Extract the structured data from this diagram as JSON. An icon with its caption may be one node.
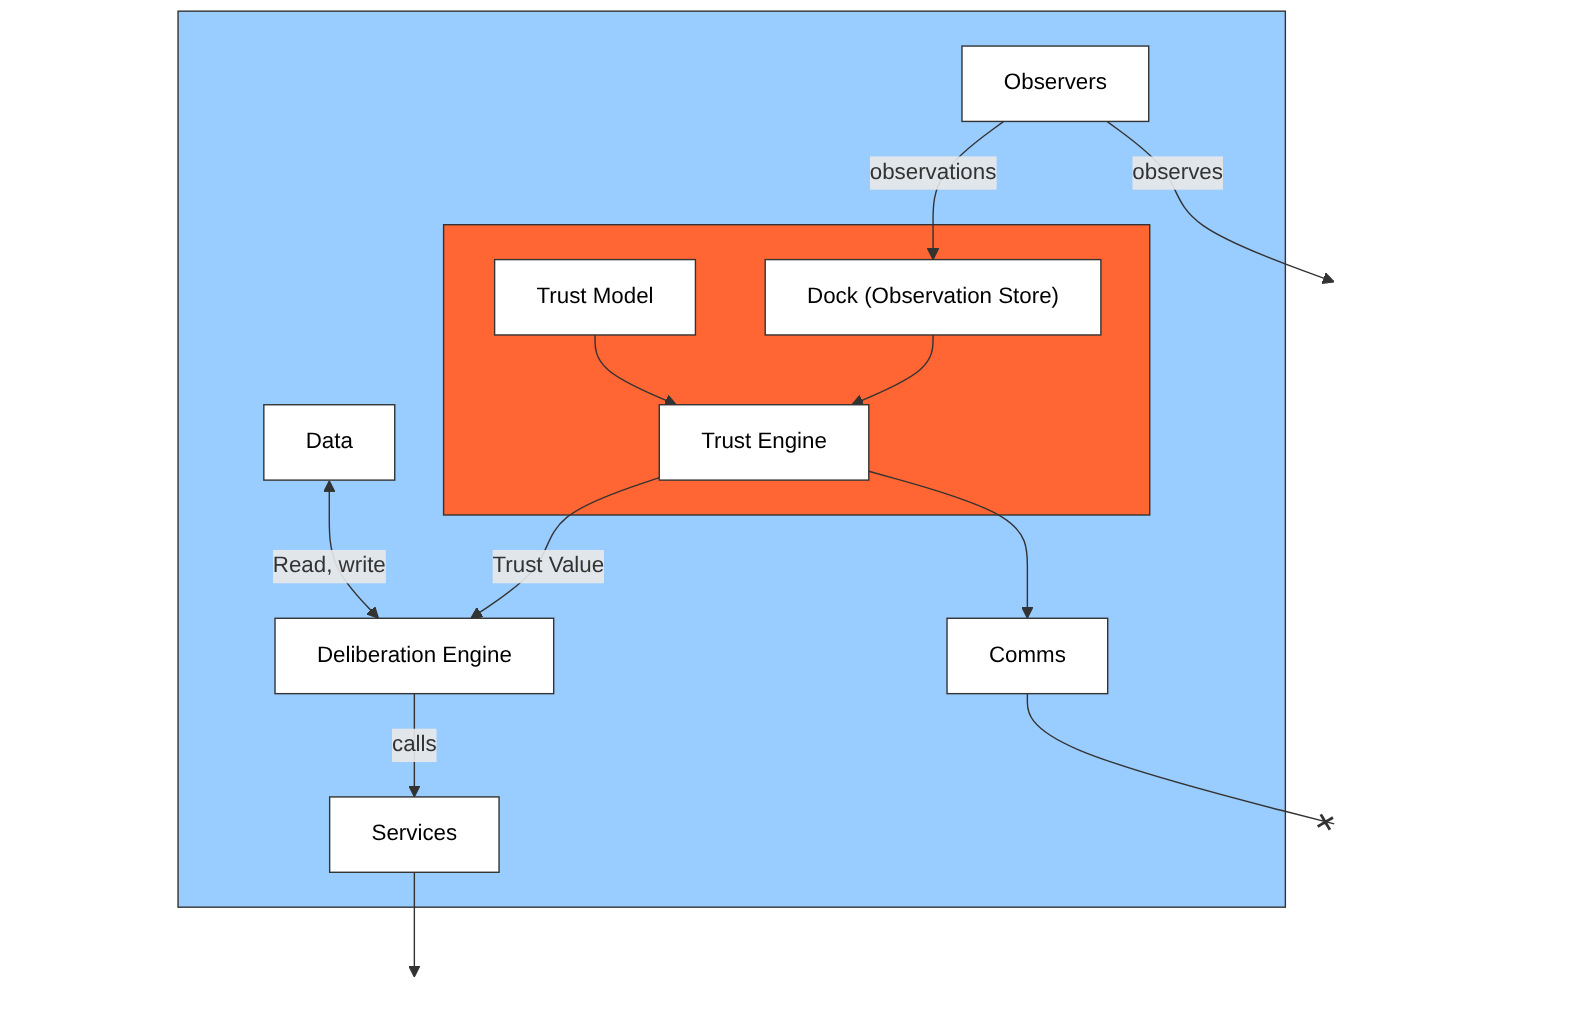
{
  "diagram": {
    "nodes": [
      {
        "text": [],
        "shape": "box"
      },
      {
        "text": [
          "Data"
        ],
        "in": 0
      },
      {
        "text": [
          "Comms"
        ],
        "in": 0
      },
      {
        "text": [
          "Deliberation Engine"
        ],
        "in": 0
      },
      {
        "text": [],
        "shape": "box",
        "in": 0
      },
      {
        "text": [
          "Trust Model"
        ],
        "in": 4
      },
      {
        "text": [
          "Trust Engine"
        ],
        "in": 4
      },
      {
        "text": [
          "Services"
        ],
        "in": 0
      },
      {
        "text": [
          "Observers"
        ],
        "in": 0
      },
      {
        "text": [
          "Dock (Observation Store)"
        ],
        "in": 4
      }
    ],
    "edges": [
      {
        "from": 1,
        "to": 3,
        "arrow": "both",
        "label": "Read, write"
      },
      {
        "from": 6,
        "to": 2,
        "arrow": "to"
      },
      {
        "from": 6,
        "to": 3,
        "arrow": "to",
        "label": "Trust Value"
      },
      {
        "from": 2,
        "to": null,
        "arrow": "other"
      },
      {
        "from": 3,
        "to": 7,
        "arrow": "to",
        "label": "calls"
      },
      {
        "from": 5,
        "to": 6,
        "arrow": "to"
      },
      {
        "from": 9,
        "to": 6,
        "arrow": "to"
      },
      {
        "from": 8,
        "to": 9,
        "arrow": "to",
        "label": "observations"
      },
      {
        "from": 7,
        "to": null,
        "arrow": "to"
      },
      {
        "from": 8,
        "to": null,
        "arrow": "to",
        "label": "observes"
      }
    ]
  }
}
